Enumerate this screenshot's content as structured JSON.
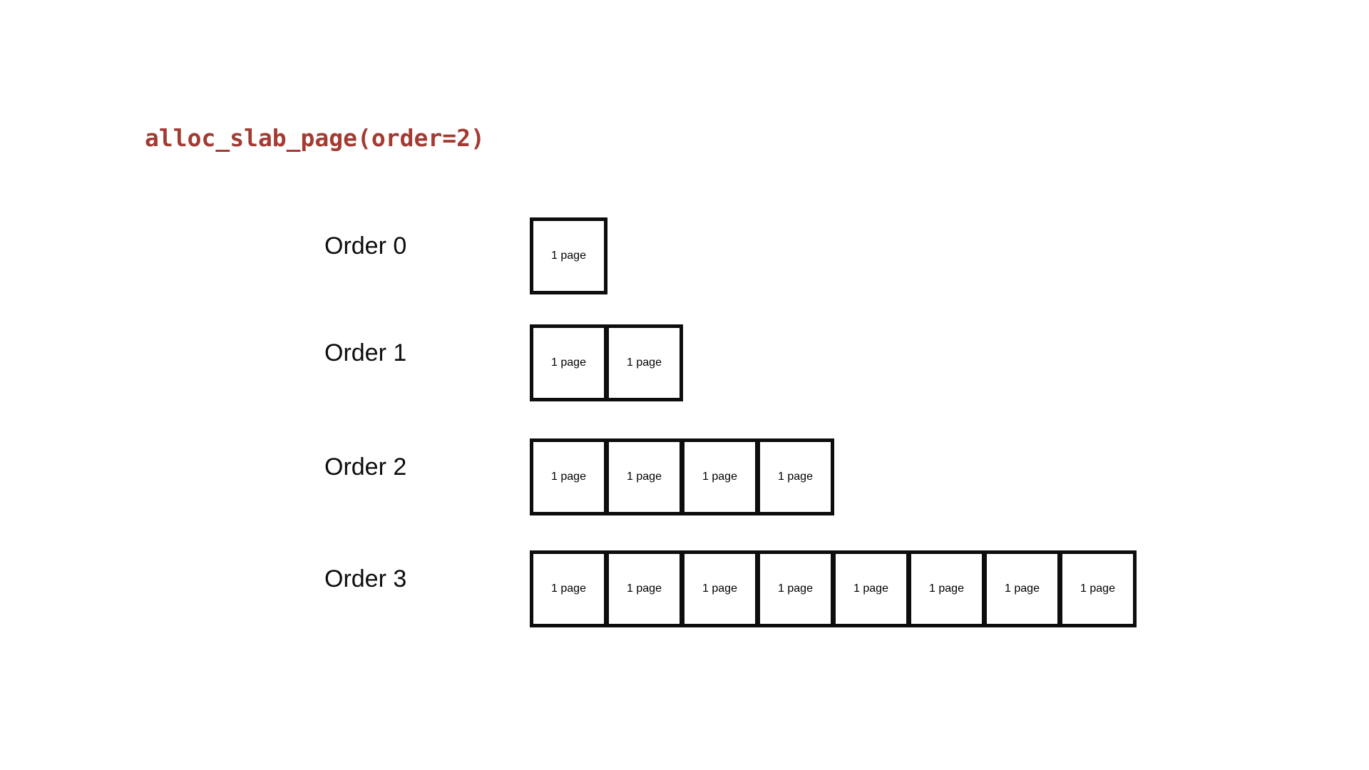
{
  "title": {
    "text": "alloc_slab_page(order=2)"
  },
  "colors": {
    "title": "#A33B32",
    "box_border": "#0d0d0d",
    "label_text": "#0d0d0d",
    "background": "#ffffff"
  },
  "diagram": {
    "box_label": "1 page",
    "rows": [
      {
        "label": "Order 0",
        "page_count": 1
      },
      {
        "label": "Order 1",
        "page_count": 2
      },
      {
        "label": "Order 2",
        "page_count": 4
      },
      {
        "label": "Order 3",
        "page_count": 8
      }
    ]
  }
}
